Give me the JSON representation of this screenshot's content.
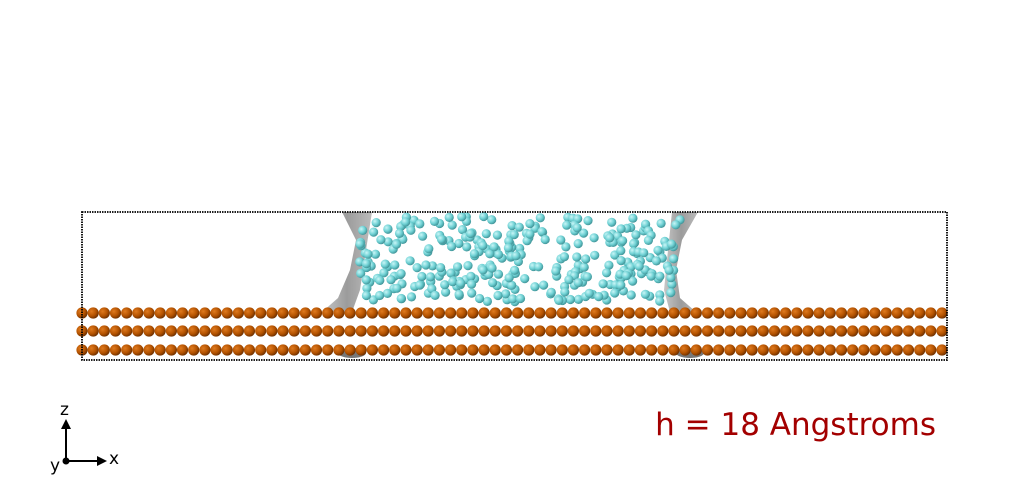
{
  "caption": "h = 18 Angstroms",
  "axes": {
    "x_label": "x",
    "y_label": "y",
    "z_label": "z"
  },
  "colors": {
    "background": "#ffffff",
    "box_outline": "#000000",
    "substrate_atoms": "#b35200",
    "liquid_atoms": "#6fd1d4",
    "interface_surface": "#8a8a8a",
    "caption_text": "#a30000"
  },
  "scene": {
    "substrate_layers": 3,
    "atoms_per_substrate_row": 78,
    "liquid_atom_count": 330
  }
}
